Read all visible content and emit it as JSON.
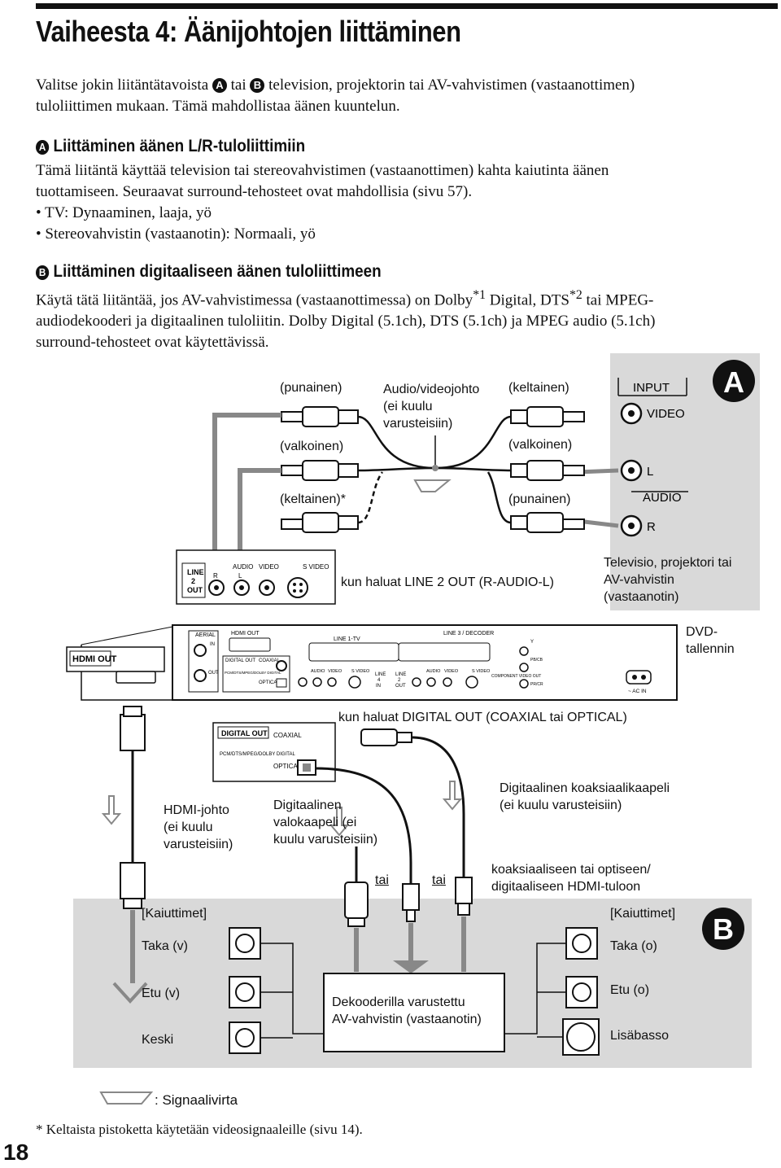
{
  "page": {
    "title": "Vaiheesta 4: Äänijohtojen liittäminen",
    "intro_pre": "Valitse jokin liitäntätavoista",
    "intro_mid": "tai",
    "intro_post": "television, projektorin tai AV-vahvistimen (vastaanottimen)",
    "intro_line2": "tuloliittimen mukaan. Tämä mahdollistaa äänen kuuntelun.",
    "marker_a": "A",
    "marker_b": "B",
    "sectionA": {
      "heading": "Liittäminen äänen L/R-tuloliittimiin",
      "line1": "Tämä liitäntä käyttää television tai stereovahvistimen (vastaanottimen) kahta kaiutinta äänen",
      "line2": "tuottamiseen. Seuraavat surround-tehosteet ovat mahdollisia (sivu 57).",
      "bullet1": "• TV: Dynaaminen, laaja, yö",
      "bullet2": "• Stereovahvistin (vastaanotin): Normaali, yö"
    },
    "sectionB": {
      "heading": "Liittäminen digitaaliseen äänen tuloliittimeen",
      "line1_pre": "Käytä tätä liitäntää, jos AV-vahvistimessa (vastaanottimessa) on Dolby",
      "sup1": "*1",
      "line1_mid": " Digital, DTS",
      "sup2": "*2",
      "line1_post": " tai MPEG-",
      "line2": "audiodekooderi ja digitaalinen tuloliitin. Dolby Digital (5.1ch), DTS (5.1ch) ja MPEG audio (5.1ch)",
      "line3": "surround-tehosteet ovat käytettävissä."
    },
    "footnote": "* Keltaista pistoketta käytetään videosignaaleille (sivu 14).",
    "page_number": "18"
  },
  "diagram": {
    "cable": {
      "punainen_top": "(punainen)",
      "cable_label": [
        "Audio/videojohto",
        "(ei kuulu",
        "varusteisiin)"
      ],
      "keltainen_top": "(keltainen)",
      "valkoinen_left": "(valkoinen)",
      "valkoinen_right": "(valkoinen)",
      "keltainen_star": "(keltainen)*",
      "punainen_right": "(punainen)"
    },
    "tv_panel": {
      "input": "INPUT",
      "video": "VIDEO",
      "l": "L",
      "audio": "AUDIO",
      "r": "R",
      "marker": "A"
    },
    "line2_panel": {
      "line": "LINE",
      "two": "2",
      "out": "OUT",
      "audio": "AUDIO",
      "video": "VIDEO",
      "svideo": "S VIDEO",
      "r": "R",
      "l": "L"
    },
    "line2_caption": "kun haluat LINE 2 OUT (R-AUDIO-L)",
    "tv_caption": [
      "Televisio, projektori tai",
      "AV-vahvistin",
      "(vastaanotin)"
    ],
    "dvd_caption": [
      "DVD-",
      "tallennin"
    ],
    "hdmi_out": "HDMI OUT",
    "recorder": {
      "aerial": "AERIAL",
      "in": "IN",
      "out": "OUT",
      "hdmi_out": "HDMI OUT",
      "digital_out": "DIGITAL OUT",
      "coaxial": "COAXIAL",
      "pcm": "PCM/DTS/MPEG/DOLBY DIGITAL",
      "optical": "OPTICAL",
      "line1": "LINE 1-TV",
      "line3": "LINE 3 / DECODER",
      "audio": "AUDIO",
      "video": "VIDEO",
      "svideo": "S VIDEO",
      "line4": "LINE",
      "four": "4",
      "in2": "IN",
      "line2": "LINE",
      "two": "2",
      "out2": "OUT",
      "component": "COMPONENT VIDEO OUT",
      "y": "Y",
      "pb": "PB/CB",
      "pr": "PR/CR",
      "ac_in": "~ AC IN"
    },
    "digital_caption": "kun haluat DIGITAL OUT (COAXIAL tai OPTICAL)",
    "digital_panel": {
      "digital_out": "DIGITAL OUT",
      "coaxial": "COAXIAL",
      "pcm": "PCM/DTS/MPEG/DOLBY DIGITAL",
      "optical": "OPTICAL"
    },
    "hdmi_cable": [
      "HDMI-johto",
      "(ei kuulu",
      "varusteisiin)"
    ],
    "optical_cable": [
      "Digitaalinen",
      "valokaapeli (ei",
      "kuulu varusteisiin)"
    ],
    "coax_cable": [
      "Digitaalinen koaksiaalikaapeli",
      "(ei kuulu varusteisiin)"
    ],
    "tai1": "tai",
    "tai2": "tai",
    "to_input": [
      "koaksiaaliseen tai optiseen/",
      "digitaaliseen HDMI-tuloon"
    ],
    "speakers": {
      "left_title": "[Kaiuttimet]",
      "right_title": "[Kaiuttimet]",
      "taka_v": "Taka (v)",
      "etu_v": "Etu (v)",
      "keski": "Keski",
      "taka_o": "Taka (o)",
      "etu_o": "Etu (o)",
      "lisabasso": "Lisäbasso",
      "marker": "B"
    },
    "decoder": [
      "Dekooderilla varustettu",
      "AV-vahvistin (vastaanotin)"
    ],
    "signal_legend": ": Signaalivirta"
  }
}
